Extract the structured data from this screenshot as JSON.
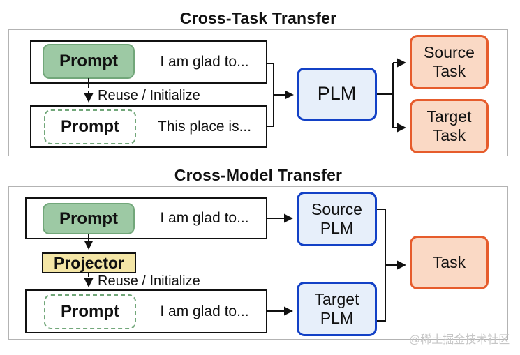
{
  "figure": {
    "watermark": "@稀土掘金技术社区"
  },
  "colors": {
    "prompt_green_fill": "#9dc9a4",
    "prompt_green_border": "#72a77a",
    "plm_blue_border": "#1341c6",
    "plm_blue_fill": "#e7effa",
    "task_orange_border": "#e65c2c",
    "task_orange_fill": "#fad9c5",
    "projector_yellow_fill": "#f4e6a6",
    "line_color": "#111111",
    "panel_border_gray": "#b3b3b3",
    "watermark_gray": "#c6c6c6"
  },
  "cross_task": {
    "title": "Cross-Task Transfer",
    "source_prompt": "Prompt",
    "source_sentence": "I am glad to...",
    "reuse_label": "Reuse / Initialize",
    "target_prompt": "Prompt",
    "target_sentence": "This place is...",
    "plm": "PLM",
    "source_task": "Source\nTask",
    "target_task": "Target\nTask"
  },
  "cross_model": {
    "title": "Cross-Model Transfer",
    "source_prompt": "Prompt",
    "source_sentence": "I am glad to...",
    "projector": "Projector",
    "reuse_label": "Reuse / Initialize",
    "target_prompt": "Prompt",
    "target_sentence": "I am glad to...",
    "source_plm": "Source\nPLM",
    "target_plm": "Target\nPLM",
    "task": "Task"
  }
}
